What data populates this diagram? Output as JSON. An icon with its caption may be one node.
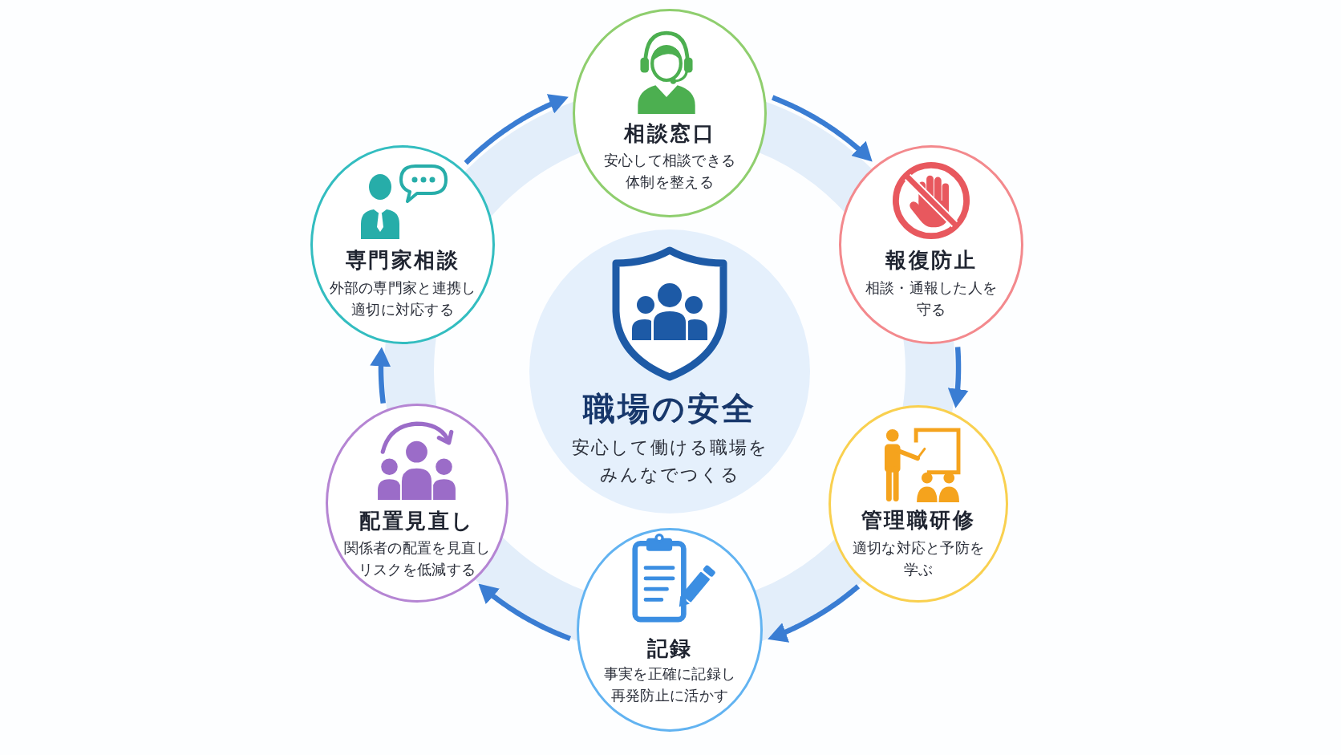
{
  "diagram": {
    "nodes": [
      {
        "text": [
          "相談窓口",
          "安心して相談できる体制を整える"
        ]
      },
      {
        "text": [
          "報復防止",
          "相談・通報した人を守る"
        ]
      },
      {
        "text": [
          "管理職研修",
          "適切な対応と予防を学ぶ"
        ]
      },
      {
        "text": [
          "記録",
          "事実を正確に記録し再発防止に活かす"
        ]
      },
      {
        "text": [
          "配置見直し",
          "関係者の配置を見直しリスクを低減する"
        ]
      },
      {
        "text": [
          "専門家相談",
          "外部の専門家と連携し適切に対応する"
        ]
      },
      {
        "text": [
          "職場の安全",
          "安心して働ける職場をみんなでつくる"
        ]
      }
    ],
    "edges": [
      {
        "from": 0,
        "to": 1,
        "arrow": "to"
      },
      {
        "from": 1,
        "to": 2,
        "arrow": "to"
      },
      {
        "from": 2,
        "to": 3,
        "arrow": "to"
      },
      {
        "from": 3,
        "to": 4,
        "arrow": "to"
      },
      {
        "from": 4,
        "to": 5,
        "arrow": "to"
      },
      {
        "from": 5,
        "to": 0,
        "arrow": "to"
      }
    ]
  }
}
